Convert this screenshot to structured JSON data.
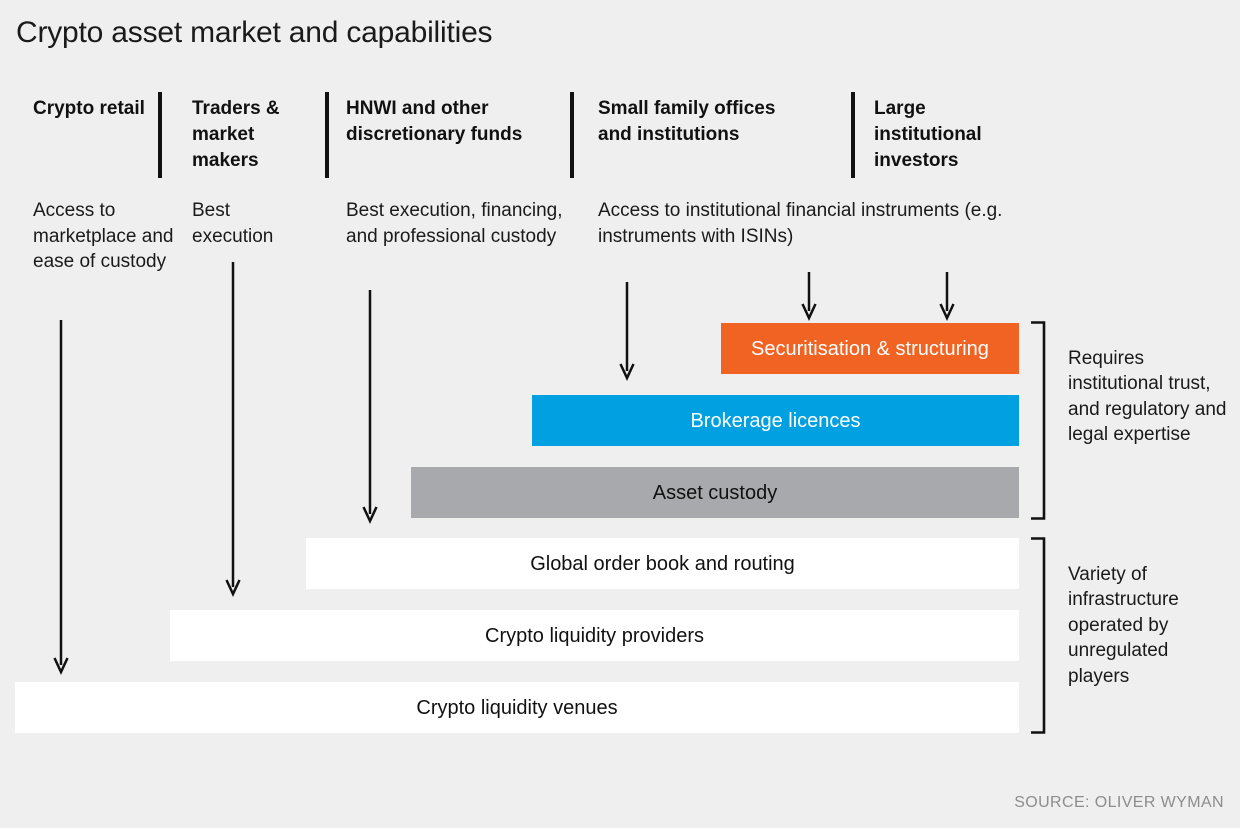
{
  "title": "Crypto asset market and capabilities",
  "source": "SOURCE: OLIVER WYMAN",
  "colors": {
    "background": "#efefef",
    "orange": "#f06323",
    "blue": "#00a0e1",
    "gray": "#a8a9ad",
    "white": "#ffffff",
    "ink": "#111111",
    "source_text": "#8d8d8d"
  },
  "segments": [
    {
      "header": "Crypto retail",
      "description": "Access to marketplace and ease of custody"
    },
    {
      "header": "Traders & market makers",
      "description": "Best execution"
    },
    {
      "header": "HNWI and other discretionary funds",
      "description": "Best execution, financing, and professional custody"
    },
    {
      "header": "Small family offices and institutions",
      "description": "Access to institutional financial instruments (e.g. instruments with ISINs)"
    },
    {
      "header": "Large institutional investors",
      "description": ""
    }
  ],
  "capabilities": [
    {
      "label": "Securitisation & structuring",
      "color": "orange"
    },
    {
      "label": "Brokerage licences",
      "color": "blue"
    },
    {
      "label": "Asset custody",
      "color": "gray"
    },
    {
      "label": "Global order book and routing",
      "color": "white"
    },
    {
      "label": "Crypto liquidity providers",
      "color": "white"
    },
    {
      "label": "Crypto liquidity venues",
      "color": "white"
    }
  ],
  "notes": [
    {
      "text": "Requires institutional trust, and regulatory and legal expertise"
    },
    {
      "text": "Variety of infrastructure operated by unregulated players"
    }
  ],
  "chart_data": {
    "type": "diagram",
    "title": "Crypto asset market and capabilities",
    "description": "Stacked capability-stack diagram: client segments across the top, capability layers stacked below; each layer spans the segments that require it.",
    "segments": [
      "Crypto retail",
      "Traders & market makers",
      "HNWI and other discretionary funds",
      "Small family offices and institutions",
      "Large institutional investors"
    ],
    "layers": [
      {
        "label": "Securitisation & structuring",
        "color": "#f06323",
        "covers": [
          "Small family offices and institutions",
          "Large institutional investors"
        ]
      },
      {
        "label": "Brokerage licences",
        "color": "#00a0e1",
        "covers": [
          "HNWI and other discretionary funds",
          "Small family offices and institutions",
          "Large institutional investors"
        ]
      },
      {
        "label": "Asset custody",
        "color": "#a8a9ad",
        "covers": [
          "HNWI and other discretionary funds",
          "Small family offices and institutions",
          "Large institutional investors"
        ]
      },
      {
        "label": "Global order book and routing",
        "color": "#ffffff",
        "covers": [
          "Traders & market makers",
          "HNWI and other discretionary funds",
          "Small family offices and institutions",
          "Large institutional investors"
        ]
      },
      {
        "label": "Crypto liquidity providers",
        "color": "#ffffff",
        "covers": [
          "Traders & market makers",
          "HNWI and other discretionary funds",
          "Small family offices and institutions",
          "Large institutional investors"
        ]
      },
      {
        "label": "Crypto liquidity venues",
        "color": "#ffffff",
        "covers": [
          "Crypto retail",
          "Traders & market makers",
          "HNWI and other discretionary funds",
          "Small family offices and institutions",
          "Large institutional investors"
        ]
      }
    ],
    "groupings": [
      {
        "label": "Requires institutional trust, and regulatory and legal expertise",
        "layers": [
          "Securitisation & structuring",
          "Brokerage licences",
          "Asset custody"
        ]
      },
      {
        "label": "Variety of infrastructure operated by unregulated players",
        "layers": [
          "Global order book and routing",
          "Crypto liquidity providers",
          "Crypto liquidity venues"
        ]
      }
    ]
  }
}
